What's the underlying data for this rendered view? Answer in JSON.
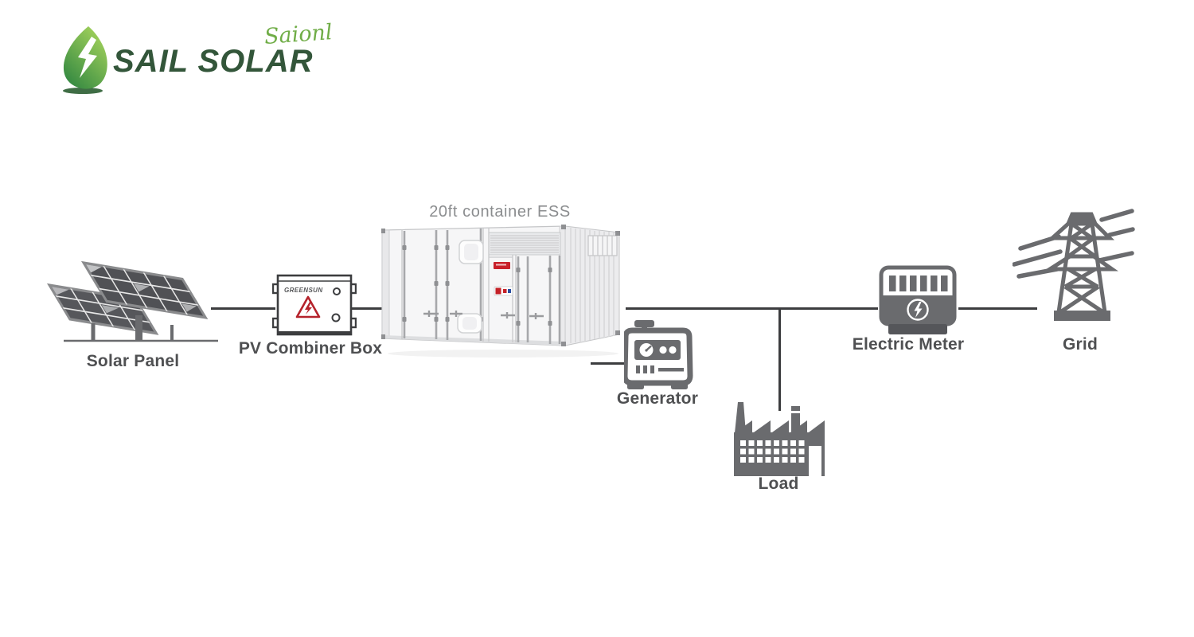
{
  "logo": {
    "brand": "SAIL SOLAR",
    "script": "Saionl",
    "brand_color": "#33563a",
    "script_color": "#70ad47",
    "leaf_green_light": "#a6d45c",
    "leaf_green_dark": "#2e8540"
  },
  "diagram": {
    "title": "20ft container ESS",
    "labels": {
      "solar_panel": "Solar Panel",
      "pv_combiner": "PV Combiner Box",
      "generator": "Generator",
      "load": "Load",
      "electric_meter": "Electric Meter",
      "grid": "Grid"
    },
    "pv_box": {
      "brand": "GREENSUN"
    },
    "connections": [
      {
        "from": "solar-panel",
        "to": "pv-combiner-box"
      },
      {
        "from": "pv-combiner-box",
        "to": "container-ess"
      },
      {
        "from": "container-ess",
        "to": "electric-meter"
      },
      {
        "from": "container-ess",
        "to": "generator"
      },
      {
        "from": "container-ess-to-meter-bus",
        "to": "load"
      },
      {
        "from": "electric-meter",
        "to": "grid"
      }
    ],
    "colors": {
      "icon_gray": "#6a6b6e",
      "label_gray": "#4f5052",
      "line_dark": "#3c3d3f",
      "warning_red": "#c8202a",
      "title_gray": "#8b8d8f"
    }
  }
}
